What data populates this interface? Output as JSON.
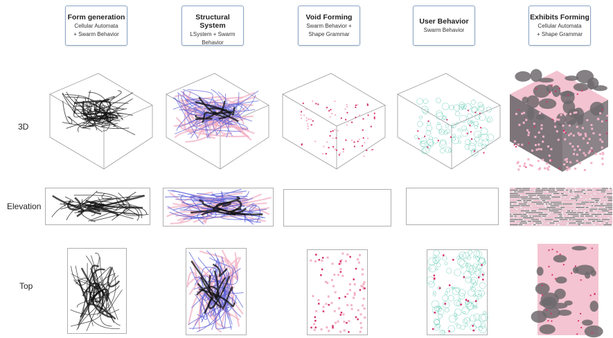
{
  "columns": [
    {
      "title": "Form generation",
      "subtitle_line1": "Cellular Automata",
      "subtitle_line2": "+ Swarm Behavior"
    },
    {
      "title": "Structural System",
      "subtitle_line1": "LSystem  + Swarm",
      "subtitle_line2": "Behavior"
    },
    {
      "title": "Void Forming",
      "subtitle_line1": "Swarm Behavior +",
      "subtitle_line2": "Shape Grammar"
    },
    {
      "title": "User Behavior",
      "subtitle_line1": "Swarm Behavior",
      "subtitle_line2": ""
    },
    {
      "title": "Exhibits Forming",
      "subtitle_line1": "Cellular Automata",
      "subtitle_line2": "+ Shape Grammar"
    }
  ],
  "rows": [
    {
      "label": "3D"
    },
    {
      "label": "Elevation"
    },
    {
      "label": "Top"
    }
  ],
  "colors": {
    "header_border": "#8aa6c8",
    "black_lines": "#111111",
    "blue_lines": "#5a5fd6",
    "pink": "#f2b3c6",
    "magenta": "#d6336c",
    "teal": "#5cc7b0",
    "grey_solid": "#7c7478",
    "box_outline": "#9a9a9a"
  }
}
